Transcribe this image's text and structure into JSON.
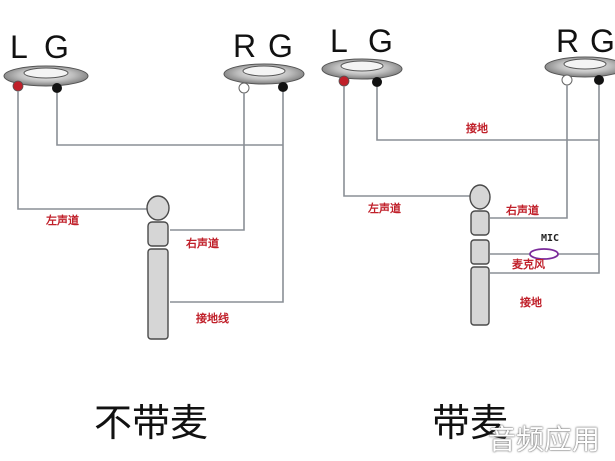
{
  "left_diagram": {
    "jack_labels": {
      "l": "L",
      "g1": "G",
      "r": "R",
      "g2": "G"
    },
    "wire_labels": {
      "left_channel": "左声道",
      "right_channel": "右声道",
      "ground_wire": "接地线"
    },
    "caption": "不带麦"
  },
  "right_diagram": {
    "jack_labels": {
      "l": "L",
      "g1": "G",
      "r": "R",
      "g2": "G"
    },
    "wire_labels": {
      "ground_top": "接地",
      "left_channel": "左声道",
      "right_channel": "右声道",
      "mic_tag": "MIC",
      "microphone": "麦克风",
      "ground_bottom": "接地"
    },
    "caption": "带麦"
  },
  "watermark": "音频应用",
  "colors": {
    "left_contact": "#c0202a",
    "ground_contact": "#111111",
    "right_contact": "#ffffff",
    "label_red": "#c0202a",
    "wire_gray": "#8a8f96",
    "mic_coil": "#7a2a9a"
  }
}
